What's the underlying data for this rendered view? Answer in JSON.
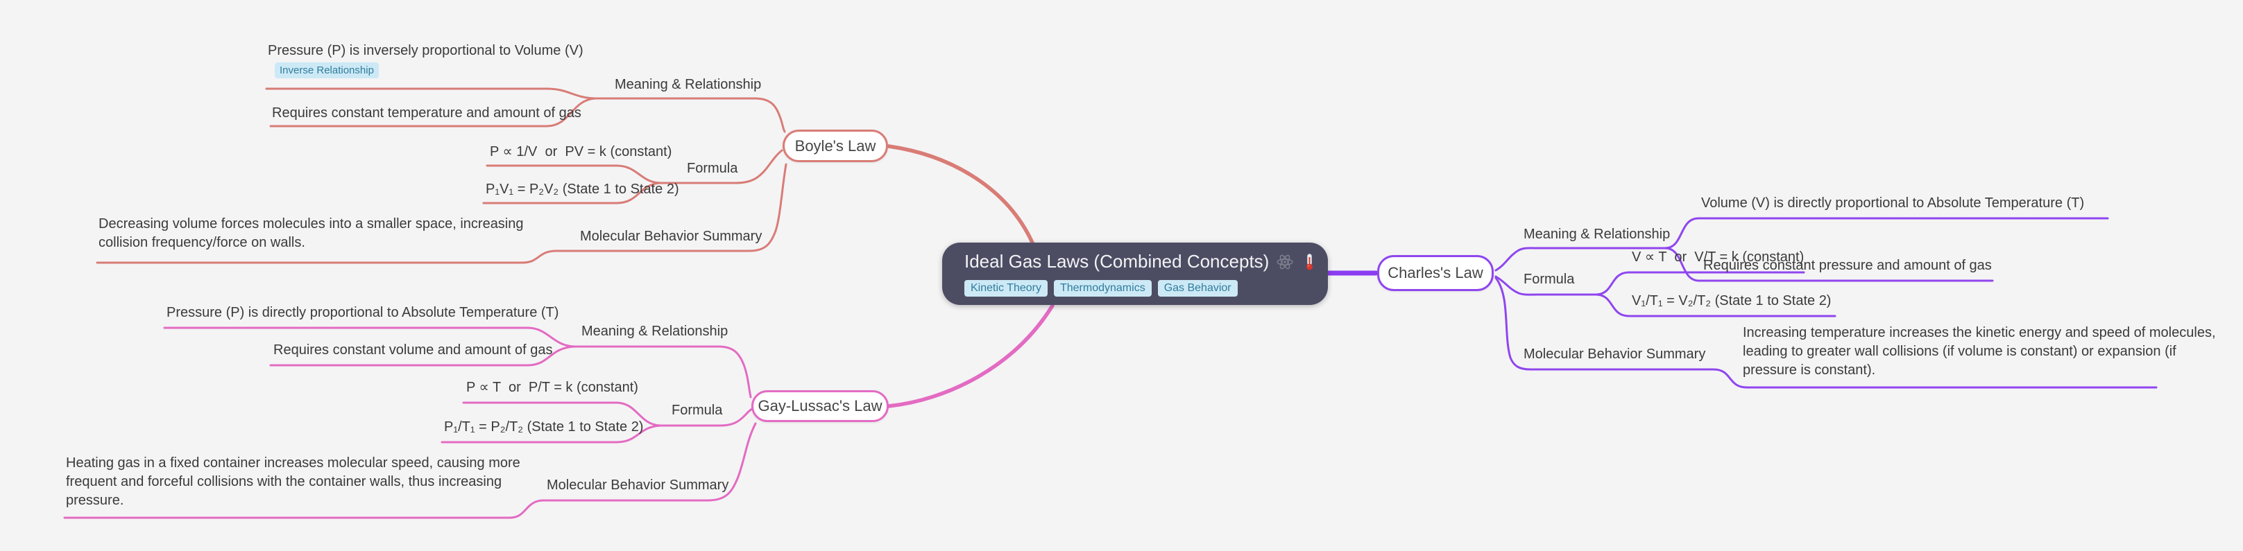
{
  "colors": {
    "background": "#f4f4f5",
    "boyle": "#d97c76",
    "charles": "#8f46ee",
    "charles-thick": "#8a3df0",
    "gaylussac": "#e36bc2",
    "root-bg": "#4c4d63",
    "root-text": "#f3f3f5",
    "tag-bg": "#cde9f6",
    "tag-text": "#2f7d9c",
    "topic-text": "#3a3a3a"
  },
  "root": {
    "title": "Ideal Gas Laws (Combined Concepts)",
    "icons": [
      "atom-icon",
      "thermometer-icon"
    ],
    "tags": [
      "Kinetic Theory",
      "Thermodynamics",
      "Gas Behavior"
    ]
  },
  "boyle": {
    "label": "Boyle's Law",
    "meaning": {
      "label": "Meaning & Relationship",
      "item1": "Pressure (P) is inversely proportional to Volume (V)",
      "item1_tag": "Inverse Relationship",
      "item2": "Requires constant temperature and amount of gas"
    },
    "formula": {
      "label": "Formula",
      "item1": "P ∝ 1/V  or  PV = k (constant)",
      "item2": "P₁V₁ = P₂V₂ (State 1 to State 2)"
    },
    "behavior": {
      "label": "Molecular Behavior Summary",
      "item1": "Decreasing volume forces molecules into a smaller space, increasing collision frequency/force on walls."
    }
  },
  "charles": {
    "label": "Charles's Law",
    "meaning": {
      "label": "Meaning & Relationship",
      "item1": "Volume (V) is directly proportional to Absolute Temperature (T)",
      "item2": "Requires constant pressure and amount of gas"
    },
    "formula": {
      "label": "Formula",
      "item1": "V ∝ T  or  V/T = k (constant)",
      "item2": "V₁/T₁ = V₂/T₂ (State 1 to State 2)"
    },
    "behavior": {
      "label": "Molecular Behavior Summary",
      "item1": "Increasing temperature increases the kinetic energy and speed of molecules, leading to greater wall collisions (if volume is constant) or expansion (if pressure is constant)."
    }
  },
  "gaylussac": {
    "label": "Gay-Lussac's Law",
    "meaning": {
      "label": "Meaning & Relationship",
      "item1": "Pressure (P) is directly proportional to Absolute Temperature (T)",
      "item2": "Requires constant volume and amount of gas"
    },
    "formula": {
      "label": "Formula",
      "item1": "P ∝ T  or  P/T = k (constant)",
      "item2": "P₁/T₁ = P₂/T₂ (State 1 to State 2)"
    },
    "behavior": {
      "label": "Molecular Behavior Summary",
      "item1": "Heating gas in a fixed container increases molecular speed, causing more frequent and forceful collisions with the container walls, thus increasing pressure."
    }
  }
}
